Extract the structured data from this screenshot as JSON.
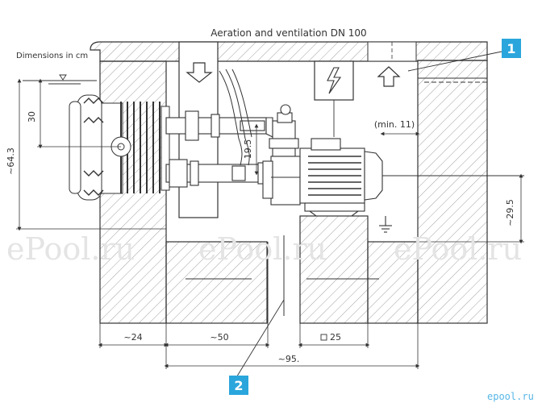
{
  "title": "Aeration and ventilation DN 100",
  "units_note": "Dimensions in cm",
  "dimensions": {
    "depth_total": "~64.3",
    "water_to_axis": "30",
    "pipe_spacing": "19.5",
    "min_clearance": "(min. 11)",
    "pump_axis_height": "~29.5",
    "wall_thickness": "~24",
    "pit_width": "~50",
    "pedestal_size": "25",
    "overall_width": "~95."
  },
  "callouts": [
    "1",
    "2"
  ],
  "watermarks": [
    "ePool.ru",
    "ePool.ru",
    "ePool.ru"
  ],
  "logo_text": "epool.ru",
  "colors": {
    "callout": "#2aa6dc",
    "logo": "#57b6e6",
    "line": "#333333",
    "hatch": "#8a8a8a"
  },
  "icons": [
    "arrow-down-icon",
    "arrow-up-icon",
    "electrical-hazard-icon",
    "ground-icon",
    "square-symbol-icon"
  ]
}
